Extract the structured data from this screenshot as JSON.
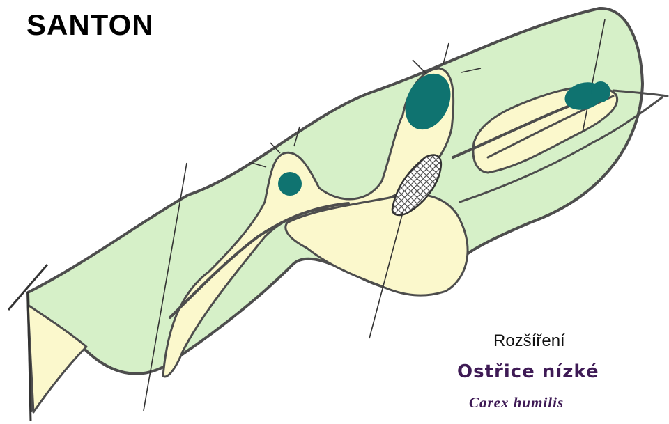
{
  "map": {
    "title": "SANTON",
    "legend": {
      "caption": "Rozšíření",
      "species_common": "Ostřice nízké",
      "species_latin": "Carex humilis"
    },
    "colors": {
      "background": "#ffffff",
      "outer_zone": "#d6f0c8",
      "inner_zone": "#fbf8cc",
      "occurrence": "#0f7370",
      "outline": "#4d4d4d",
      "legend_text": "#3e1a55"
    },
    "occurrence_count": 4
  }
}
